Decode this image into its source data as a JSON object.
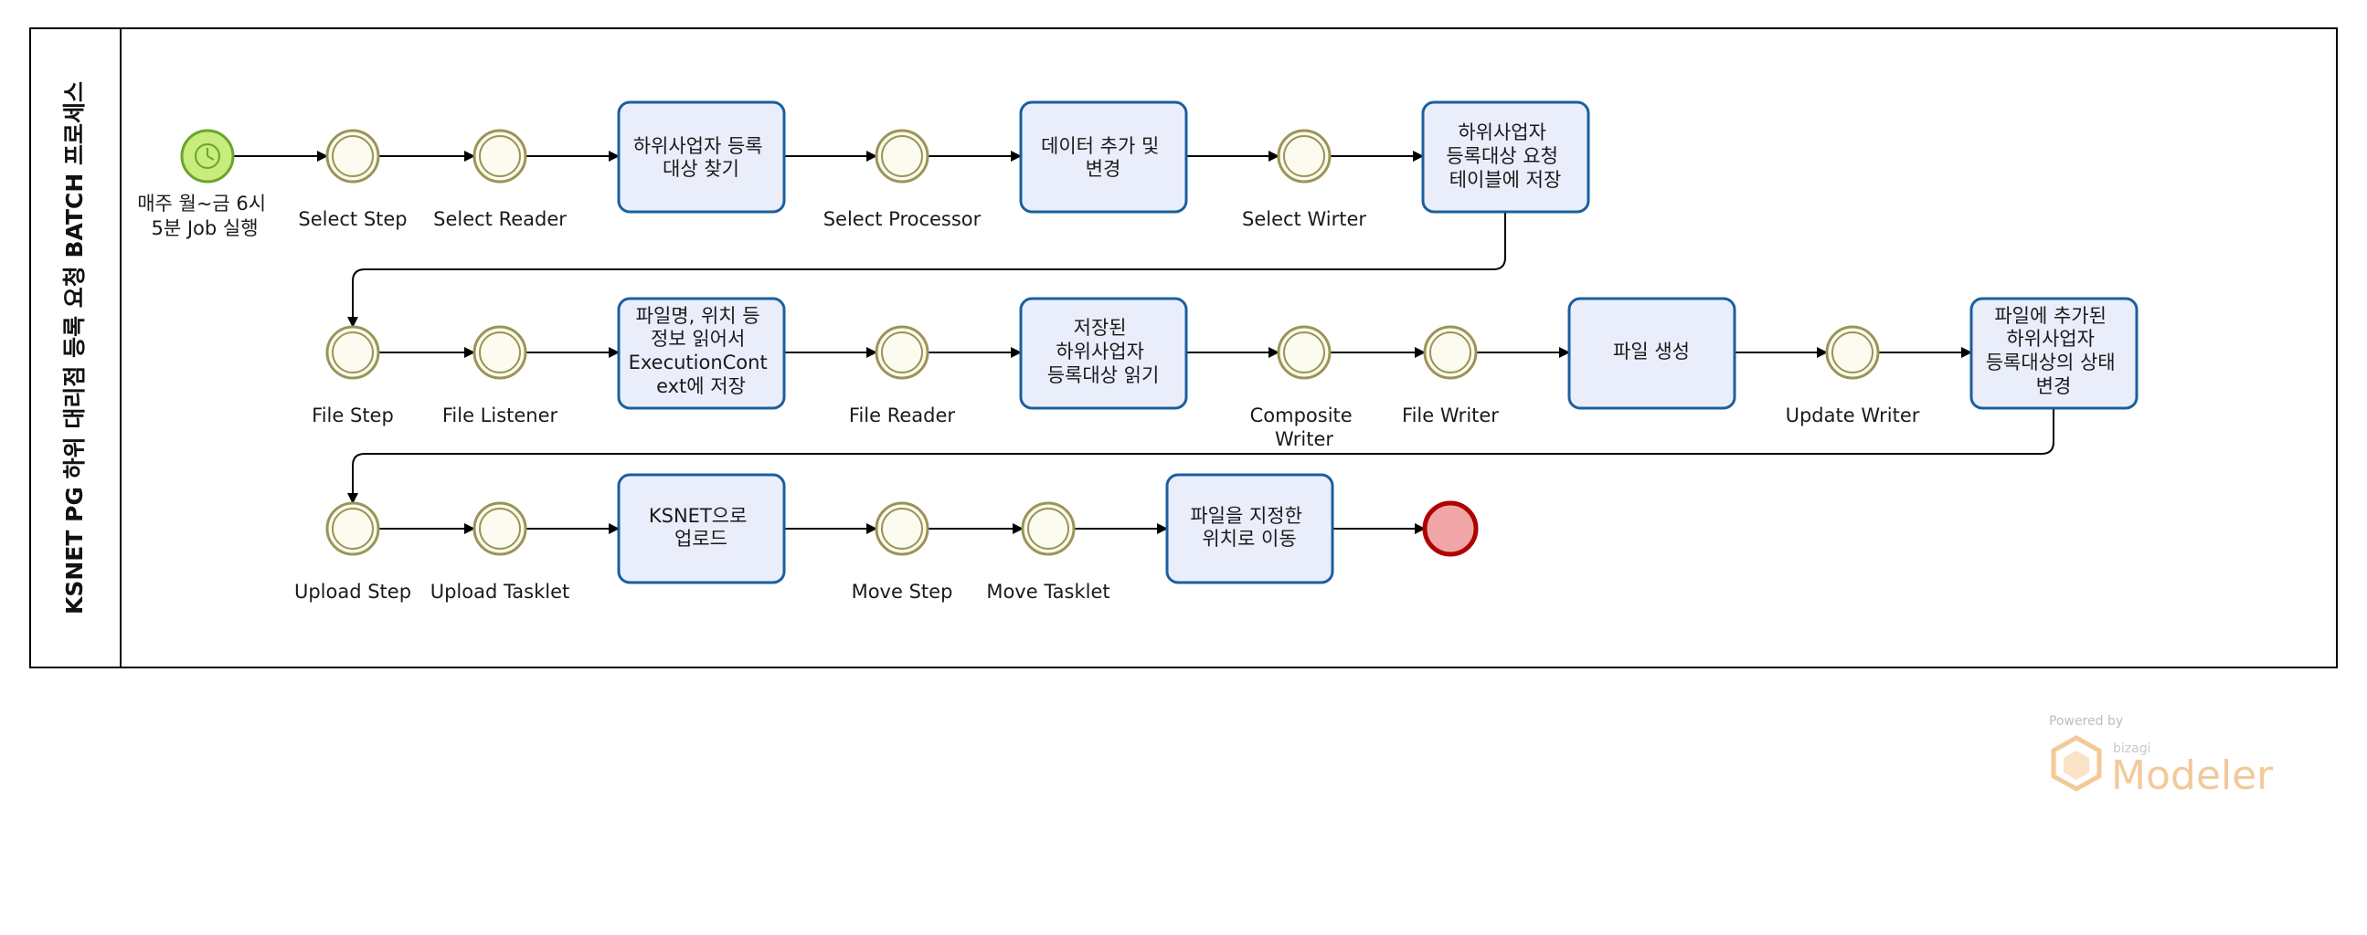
{
  "pool": {
    "label": "KSNET PG 하위 대리점 등록 요청 BATCH 프로세스"
  },
  "start_event": {
    "label_lines": [
      "매주 월~금 6시",
      "5분 Job 실행"
    ]
  },
  "row1": {
    "select_step": "Select Step",
    "select_reader": "Select Reader",
    "task_find": [
      "하위사업자 등록",
      "대상 찾기"
    ],
    "select_processor": "Select Processor",
    "task_modify": [
      "데이터 추가 및",
      "변경"
    ],
    "select_writer": "Select Wirter",
    "task_save": [
      "하위사업자",
      "등록대상 요청",
      "테이블에 저장"
    ]
  },
  "row2": {
    "file_step": "File Step",
    "file_listener": "File Listener",
    "task_context": [
      "파일명, 위치 등",
      "정보 읽어서",
      "ExecutionCont",
      "ext에 저장"
    ],
    "file_reader": "File Reader",
    "task_read": [
      "저장된",
      "하위사업자",
      "등록대상 읽기"
    ],
    "composite_writer": [
      "Composite",
      "Writer"
    ],
    "file_writer": "File Writer",
    "task_create": [
      "파일 생성"
    ],
    "update_writer": "Update Writer",
    "task_update": [
      "파일에 추가된",
      "하위사업자",
      "등록대상의 상태",
      "변경"
    ]
  },
  "row3": {
    "upload_step": "Upload Step",
    "upload_tasklet": "Upload Tasklet",
    "task_upload": [
      "KSNET으로",
      "업로드"
    ],
    "move_step": "Move Step",
    "move_tasklet": "Move Tasklet",
    "task_move": [
      "파일을 지정한",
      "위치로 이동"
    ]
  },
  "watermark": {
    "powered_by": "Powered by",
    "brand": "bizagi",
    "product": "Modeler"
  },
  "colors": {
    "start_fill": "#c8ec7d",
    "start_stroke": "#6aa52a",
    "intermediate_stroke": "#9b9457",
    "intermediate_fill": "#fbfbef",
    "task_fill": "#eaeefb",
    "task_stroke": "#1a5f9e",
    "end_fill": "#f0a6a6",
    "end_stroke": "#b00000",
    "flow": "#000000",
    "watermark": "#f3c99a"
  }
}
